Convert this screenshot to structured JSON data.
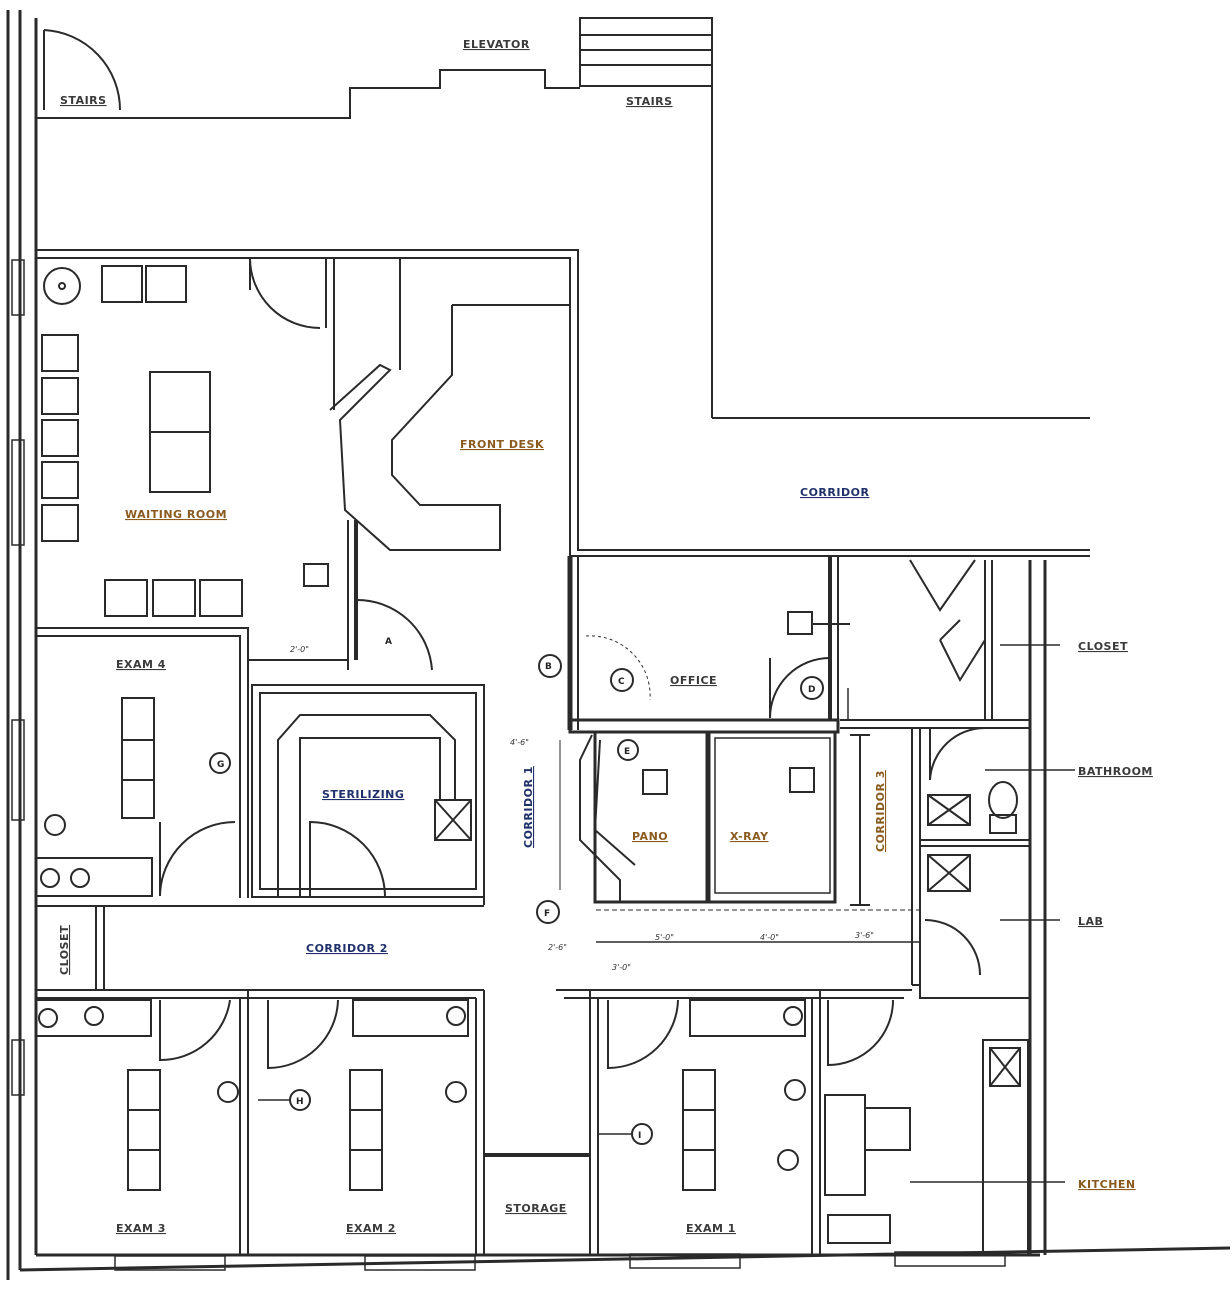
{
  "labels": {
    "stairs_left": "STAIRS",
    "elevator": "ELEVATOR",
    "stairs_right": "STAIRS",
    "waiting_room": "WAITING ROOM",
    "front_desk": "FRONT DESK",
    "corridor": "CORRIDOR",
    "office": "OFFICE",
    "closet": "CLOSET",
    "bathroom": "BATHROOM",
    "lab": "LAB",
    "kitchen": "KITCHEN",
    "exam_4": "EXAM 4",
    "sterilizing": "STERILIZING",
    "corridor_1": "CORRIDOR 1",
    "corridor_2": "CORRIDOR 2",
    "corridor_3": "CORRIDOR 3",
    "pano": "PANO",
    "xray": "X-RAY",
    "closet_small": "CLOSET",
    "exam_3": "EXAM 3",
    "exam_2": "EXAM 2",
    "storage": "STORAGE",
    "exam_1": "EXAM 1"
  },
  "tags": {
    "a": "A",
    "b": "B",
    "c": "C",
    "d": "D",
    "e": "E",
    "f": "F",
    "g": "G",
    "h": "H",
    "i": "I"
  },
  "dims": {
    "d1": "2'-0\"",
    "d2": "4'-6\"",
    "d3": "5'-0\"",
    "d4": "4'-0\"",
    "d5": "3'-6\"",
    "d6": "2'-6\"",
    "d7": "3'-0\""
  },
  "colors": {
    "wall": "#2a2a2a",
    "accent_label": "#8a5a1e",
    "blue_label": "#20306a"
  }
}
